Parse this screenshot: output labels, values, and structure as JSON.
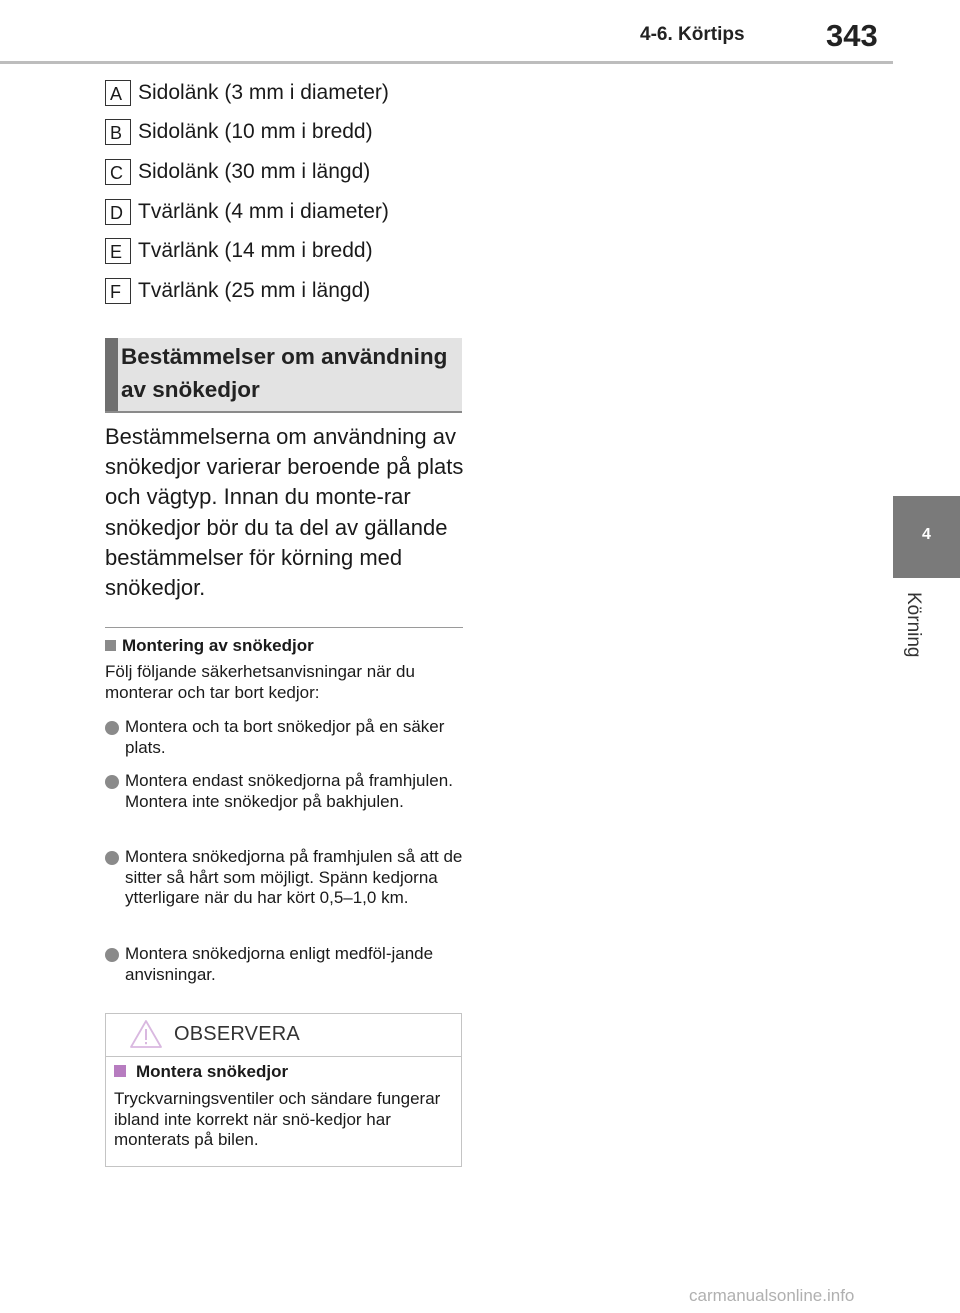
{
  "header": {
    "section": "4-6. Körtips",
    "page_number": "343"
  },
  "side_tab": {
    "number": "4",
    "label": "Körning"
  },
  "legend": [
    {
      "key": "A",
      "text": "Sidolänk (3 mm i diameter)"
    },
    {
      "key": "B",
      "text": "Sidolänk (10 mm i bredd)"
    },
    {
      "key": "C",
      "text": "Sidolänk (30 mm i längd)"
    },
    {
      "key": "D",
      "text": "Tvärlänk (4 mm i diameter)"
    },
    {
      "key": "E",
      "text": "Tvärlänk (14 mm i bredd)"
    },
    {
      "key": "F",
      "text": "Tvärlänk (25 mm i längd)"
    }
  ],
  "section": {
    "title": "Bestämmelser om användning av snökedjor",
    "intro": "Bestämmelserna om användning av snökedjor varierar beroende på plats och vägtyp. Innan du monte-rar snökedjor bör du ta del av gällande bestämmelser för körning med snökedjor."
  },
  "mounting": {
    "heading": "Montering av snökedjor",
    "text": "Följ följande säkerhetsanvisningar när du monterar och tar bort kedjor:",
    "bullets": [
      "Montera och ta bort snökedjor på en säker plats.",
      "Montera endast snökedjorna på framhjulen. Montera inte snökedjor på bakhjulen.",
      "Montera snökedjorna på framhjulen så att de sitter så hårt som möjligt. Spänn kedjorna ytterligare när du har kört 0,5–1,0 km.",
      "Montera snökedjorna enligt medföl-jande anvisningar."
    ]
  },
  "notice": {
    "label": "OBSERVERA",
    "heading": "Montera snökedjor",
    "text": "Tryckvarningsventiler och sändare fungerar ibland inte korrekt när snö-kedjor har monterats på bilen."
  },
  "watermark": "carmanualsonline.info"
}
